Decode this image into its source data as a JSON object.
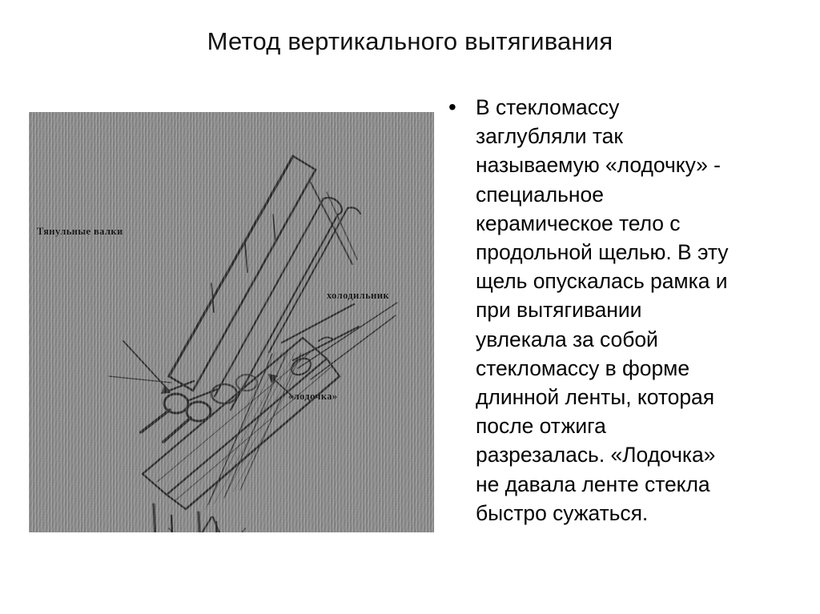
{
  "slide": {
    "title": "Метод вертикального вытягивания",
    "background_color": "#ffffff",
    "text_color": "#000000"
  },
  "figure": {
    "alt": "Схема метода вертикального вытягивания листового стекла лодочным способом",
    "background_color": "#8b8b8b",
    "ink_color": "#1d1d1d",
    "labels": [
      {
        "id": "rollers",
        "text": "Тянульные валки"
      },
      {
        "id": "cooler",
        "text": "холодильник"
      },
      {
        "id": "boat",
        "text": "«лодочка»"
      }
    ]
  },
  "content": {
    "bullet_glyph": "•",
    "paragraph": "В стекломассу заглубляли так называемую «лодочку» - специальное керамическое тело с продольной щелью. В эту щель опускалась рамка и при вытягивании увлекала за собой стекломассу в форме длинной ленты, которая после отжига разрезалась. «Лодочка» не давала ленте стекла быстро сужаться.",
    "lines": [
      "В стекломассу",
      "заглубляли так",
      "называемую «лодочку» -",
      "специальное",
      "керамическое тело с",
      "продольной щелью. В эту",
      "щель опускалась рамка и",
      "при вытягивании",
      "увлекала за собой",
      "стекломассу в форме",
      "длинной ленты, которая",
      "после отжига",
      "разрезалась. «Лодочка»",
      "не давала ленте стекла",
      "быстро сужаться."
    ]
  }
}
